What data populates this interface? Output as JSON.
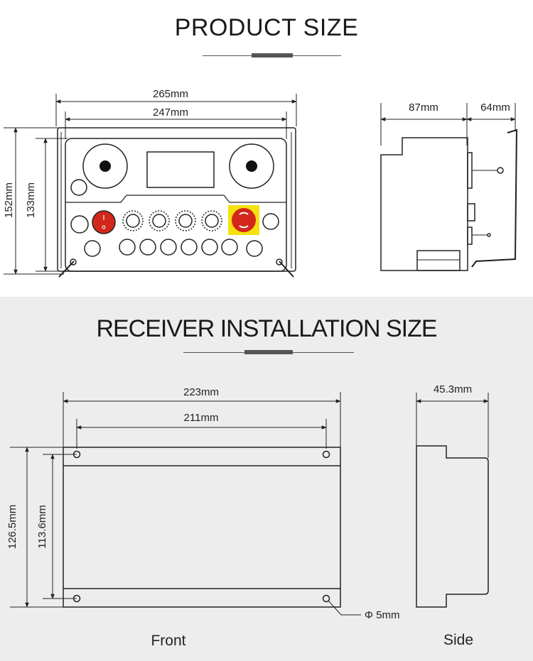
{
  "product_size": {
    "title": "PRODUCT SIZE",
    "front_view": {
      "width_overall": "265mm",
      "width_inner": "247mm",
      "height_overall": "152mm",
      "height_inner": "133mm"
    },
    "side_view": {
      "depth_body": "87mm",
      "depth_bracket": "64mm"
    }
  },
  "receiver_installation_size": {
    "title": "RECEIVER INSTALLATION SIZE",
    "front_view": {
      "caption": "Front",
      "width_overall": "223mm",
      "width_holes": "211mm",
      "height_overall": "126.5mm",
      "height_holes": "113.6mm",
      "hole_diameter": "Φ 5mm"
    },
    "side_view": {
      "caption": "Side",
      "depth": "45.3mm"
    }
  },
  "colors": {
    "stop_button": "#d3271c",
    "emergency_stop_base": "#f4e10f",
    "emergency_stop_head": "#d3271c",
    "bottom_band": "#ededed",
    "line": "#222222"
  }
}
